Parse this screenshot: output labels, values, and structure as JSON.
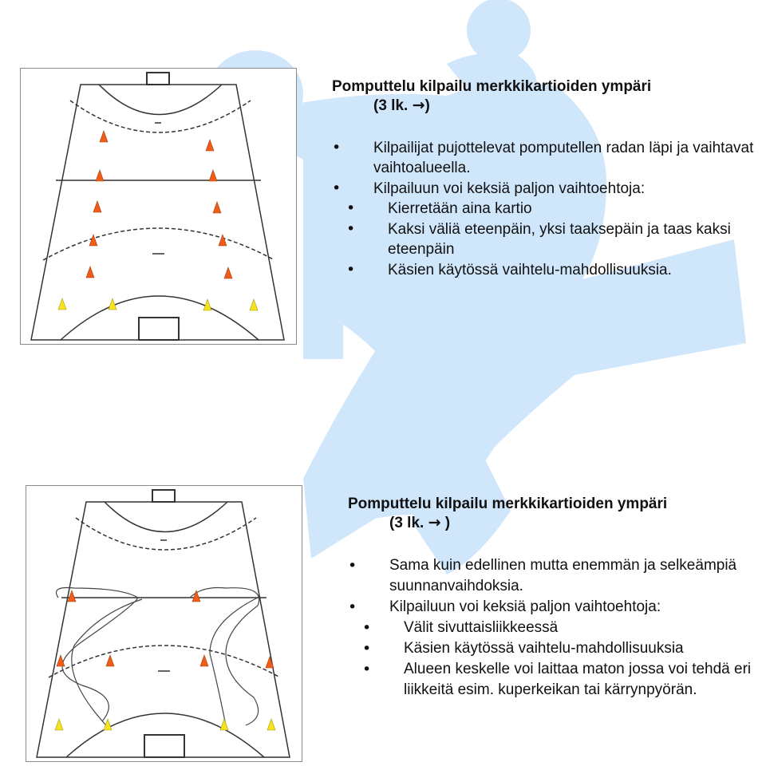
{
  "section1": {
    "title_line1": "Pomputtelu kilpailu merkkikartioiden ympäri",
    "title_line2": "(3 lk.",
    "title_arrow": "→",
    "title_end": ")",
    "bullets": [
      "Kilpailijat pujottelevat pomputellen radan läpi ja vaihtavat vaihtoalueella.",
      "Kilpailuun voi keksiä paljon vaihtoehtoja:"
    ],
    "sub_bullets": [
      "Kierretään aina kartio",
      "Kaksi väliä eteenpäin, yksi taaksepäin ja taas kaksi eteenpäin",
      "Käsien käytössä vaihtelu-mahdollisuuksia."
    ]
  },
  "section2": {
    "title_line1": "Pomputtelu kilpailu merkkikartioiden ympäri",
    "title_line2": "(3 lk.",
    "title_arrow": "→",
    "title_end": ")",
    "bullets": [
      "Sama kuin edellinen mutta enemmän ja selkeämpiä suunnanvaihdoksia.",
      "Kilpailuun voi keksiä paljon vaihtoehtoja:"
    ],
    "sub_bullets": [
      "Välit sivuttaisliikkeessä",
      "Käsien käytössä vaihtelu-mahdollisuuksia",
      "Alueen keskelle voi laittaa maton jossa voi tehdä eri liikkeitä esim. kuperkeikan tai kärrynpyörän."
    ]
  },
  "colors": {
    "background_figure": "#cfe6fb",
    "cone_orange": "#f25c19",
    "cone_yellow": "#f7e21d",
    "court_line": "#333333"
  }
}
